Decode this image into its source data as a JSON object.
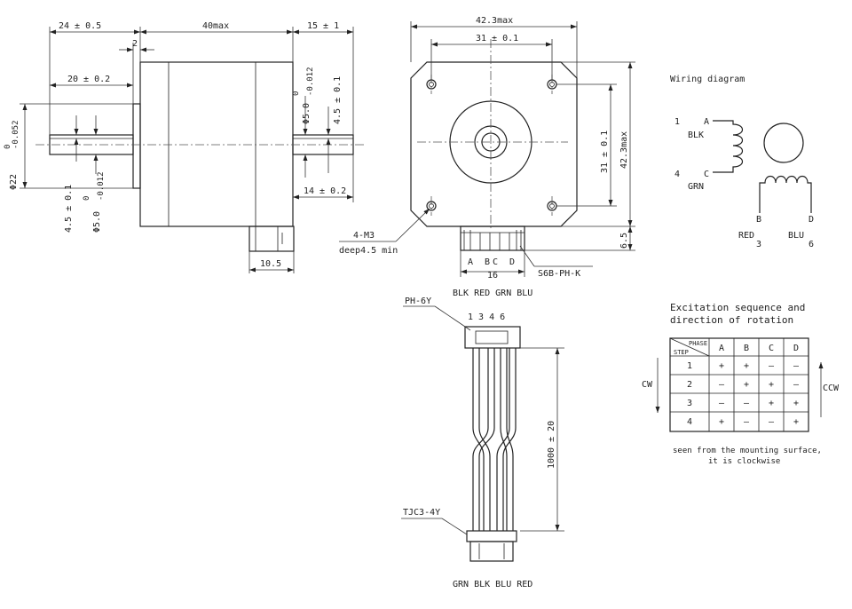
{
  "side_view": {
    "dim_24": "24 ± 0.5",
    "dim_40": "40max",
    "dim_15": "15 ± 1",
    "dim_2": "2",
    "dim_20": "20 ± 0.2",
    "dim_phi22": "Φ22",
    "dim_phi22_tol_upper": "0",
    "dim_phi22_tol_lower": "-0.052",
    "dim_phi5_top": "Φ5.0",
    "dim_phi5_top_tol_upper": "0",
    "dim_phi5_top_tol_lower": "-0.012",
    "dim_45_top": "4.5 ± 0.1",
    "dim_14": "14 ± 0.2",
    "dim_45_left": "4.5 ± 0.1",
    "dim_phi5_left": "Φ5.0",
    "dim_phi5_left_tol_upper": "0",
    "dim_phi5_left_tol_lower": "-0.012",
    "dim_105": "10.5"
  },
  "front_view": {
    "dim_423_width": "42.3max",
    "dim_31_width": "31 ± 0.1",
    "dim_31_height": "31 ± 0.1",
    "dim_423_height": "42.3max",
    "dim_65": "6.5",
    "hole_label": "4-M3",
    "hole_depth": "deep4.5 min",
    "pin_a": "A",
    "pin_b": "B",
    "pin_c": "C",
    "pin_d": "D",
    "dim_16": "16",
    "connector": "S6B-PH-K",
    "wire_colors": "BLK RED GRN BLU"
  },
  "wiring": {
    "title": "Wiring diagram",
    "n1": "1",
    "a": "A",
    "blk": "BLK",
    "n4": "4",
    "c": "C",
    "grn": "GRN",
    "b": "B",
    "d": "D",
    "red": "RED",
    "blu": "BLU",
    "n3": "3",
    "n6": "6"
  },
  "cable": {
    "top_connector": "PH-6Y",
    "pin_numbers": "1  3 4  6",
    "length": "1000 ± 20",
    "bottom_connector": "TJC3-4Y",
    "bottom_colors": "GRN BLK BLU RED"
  },
  "excitation": {
    "title_line1": "Excitation sequence and",
    "title_line2": "direction of rotation",
    "header_phase": "PHASE",
    "header_step": "STEP",
    "phases": [
      "A",
      "B",
      "C",
      "D"
    ],
    "rows": [
      {
        "step": "1",
        "cells": [
          "+",
          "+",
          "–",
          "–"
        ]
      },
      {
        "step": "2",
        "cells": [
          "–",
          "+",
          "+",
          "–"
        ]
      },
      {
        "step": "3",
        "cells": [
          "–",
          "–",
          "+",
          "+"
        ]
      },
      {
        "step": "4",
        "cells": [
          "+",
          "–",
          "–",
          "+"
        ]
      }
    ],
    "cw": "CW",
    "ccw": "CCW",
    "note_line1": "seen from the mounting surface,",
    "note_line2": "it is clockwise"
  }
}
